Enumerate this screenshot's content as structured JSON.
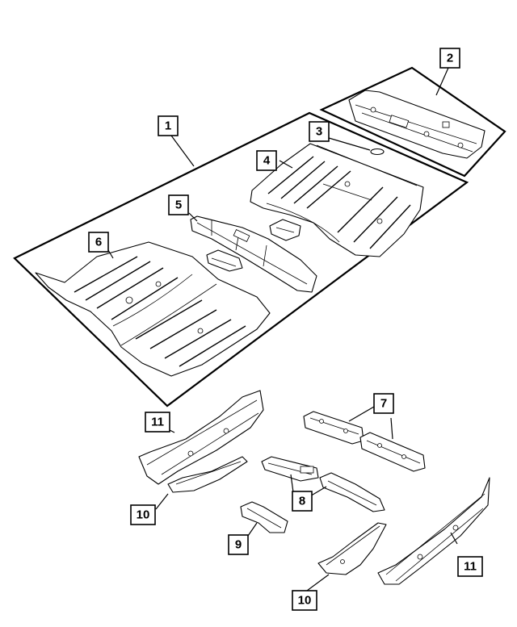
{
  "colors": {
    "ink": "#000000",
    "paper": "#ffffff"
  },
  "callouts": [
    {
      "label": "1"
    },
    {
      "label": "2"
    },
    {
      "label": "3"
    },
    {
      "label": "4"
    },
    {
      "label": "5"
    },
    {
      "label": "6"
    },
    {
      "label": "7"
    },
    {
      "label": "8"
    },
    {
      "label": "9"
    },
    {
      "label": "10"
    },
    {
      "label": "10"
    },
    {
      "label": "11"
    },
    {
      "label": "11"
    }
  ]
}
